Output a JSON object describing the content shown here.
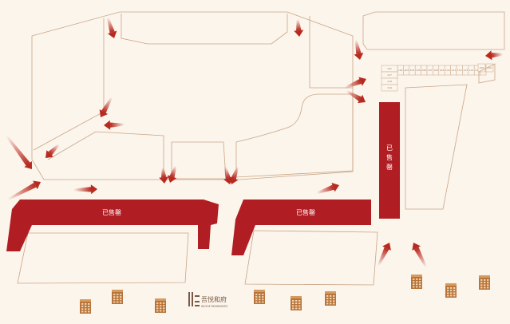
{
  "sold_blocks": [
    {
      "id": "sold-left",
      "label": "已售罄"
    },
    {
      "id": "sold-middle",
      "label": "已售罄"
    },
    {
      "id": "sold-right",
      "label": "已售罄"
    }
  ],
  "stalls": {
    "top_row": [
      "102",
      "103",
      "104",
      "105",
      "106",
      "107",
      "108",
      "109",
      "110",
      "111",
      "112",
      "113",
      "114",
      "115",
      "116"
    ],
    "side_col": [
      "101",
      "117",
      "118",
      "119"
    ],
    "right_pair": [
      "100",
      "100"
    ]
  },
  "logo": {
    "name": "吾悦和府",
    "subtitle": "WUYUE RESIDENCES"
  },
  "colors": {
    "sold": "#b01e24",
    "arrow": "#b72a20",
    "outline": "#c9a586",
    "building": "#b8743a",
    "background": "#fcf5ec"
  },
  "icons": [
    "flow-arrow-icon",
    "building-icon",
    "logo-mark-icon"
  ]
}
